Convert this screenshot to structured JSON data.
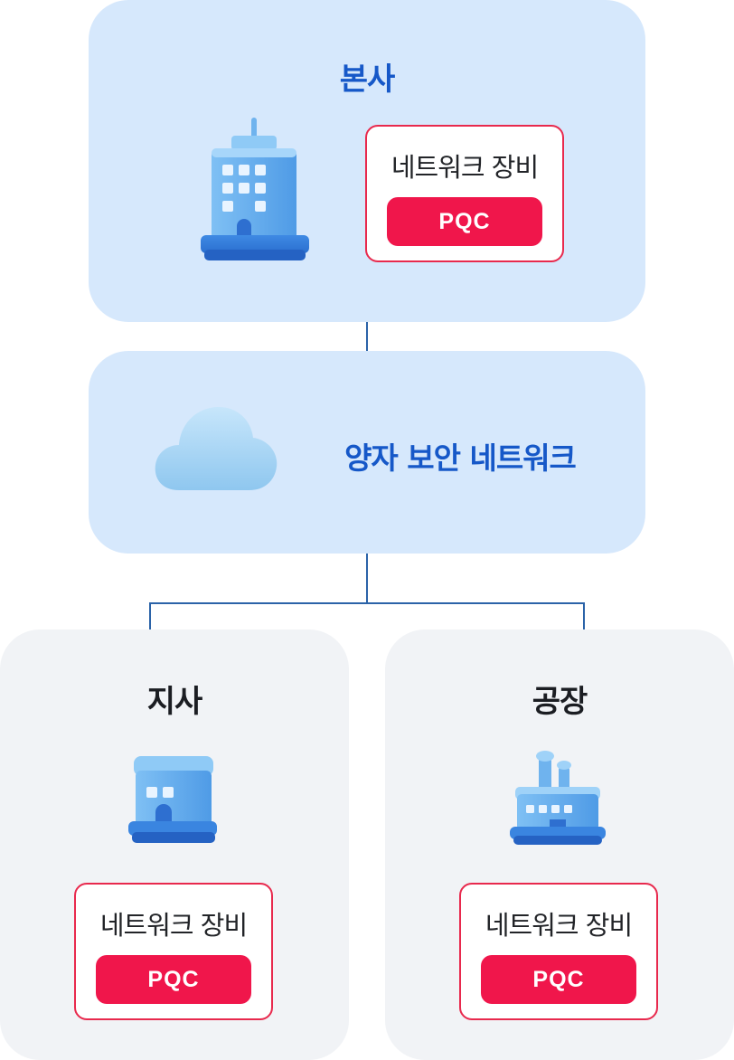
{
  "hq": {
    "title": "본사",
    "icon": "office-tower-icon",
    "equipment_label": "네트워크 장비",
    "badge": "PQC"
  },
  "network": {
    "title": "양자 보안 네트워크",
    "icon": "cloud-icon"
  },
  "branch": {
    "title": "지사",
    "icon": "small-office-icon",
    "equipment_label": "네트워크 장비",
    "badge": "PQC"
  },
  "factory": {
    "title": "공장",
    "icon": "factory-icon",
    "equipment_label": "네트워크 장비",
    "badge": "PQC"
  },
  "colors": {
    "accent_blue": "#1658c8",
    "panel_blue": "#d6e8fc",
    "panel_gray": "#f1f3f6",
    "pqc_red": "#f0164b",
    "connector": "#2b63a8"
  }
}
